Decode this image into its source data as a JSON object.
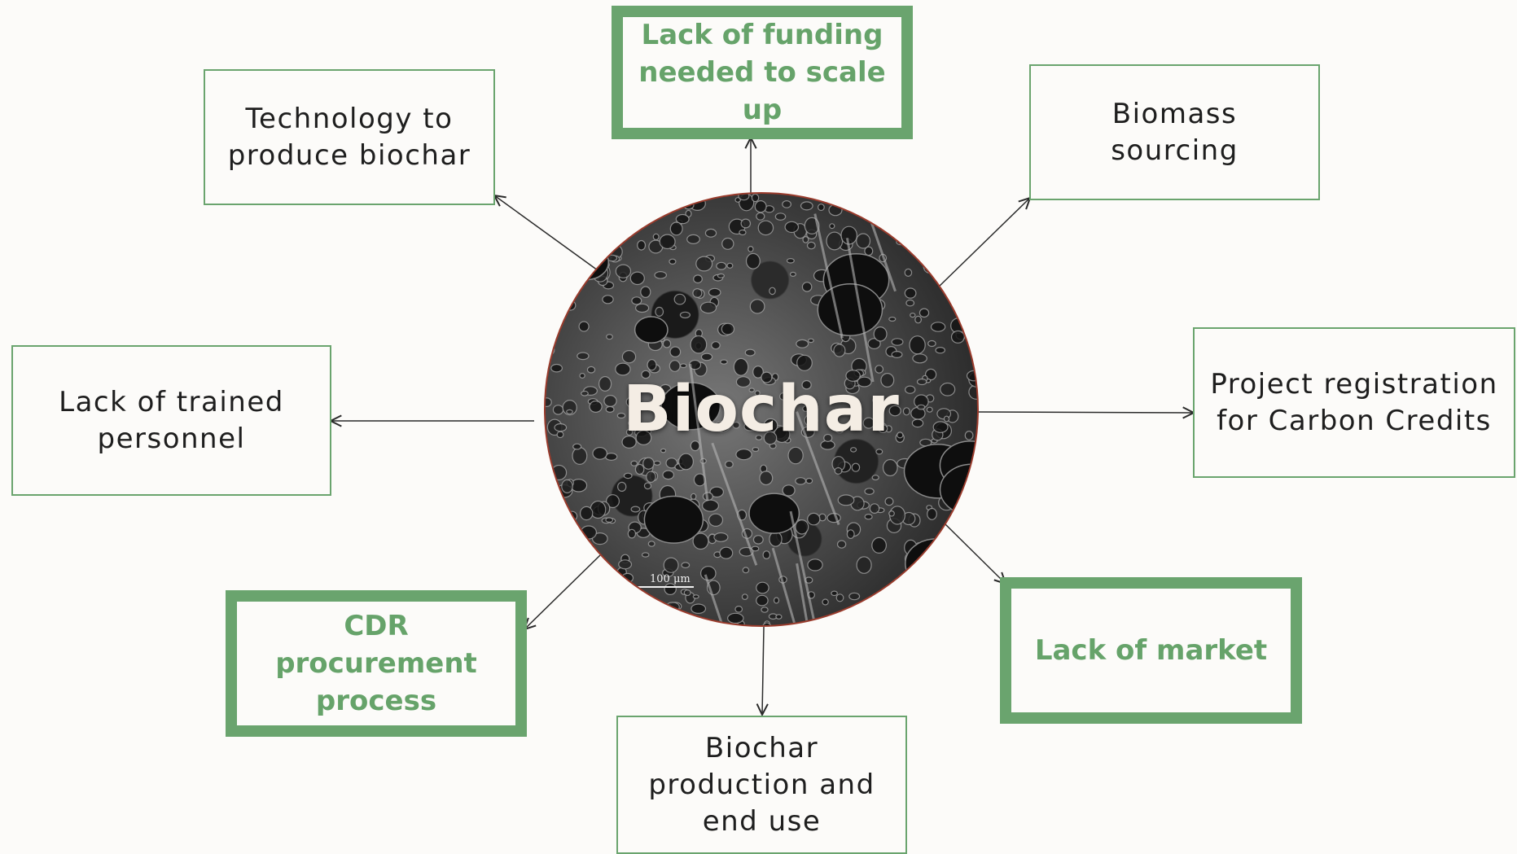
{
  "center": {
    "title": "Biochar",
    "scale_bar_label": "100 μm"
  },
  "boxes": {
    "lack_of_funding": {
      "lines": [
        "Lack of funding",
        "needed to scale",
        "up"
      ]
    },
    "technology": {
      "lines": [
        "Technology to",
        "produce biochar"
      ]
    },
    "biomass": {
      "lines": [
        "Biomass",
        "sourcing"
      ]
    },
    "trained_personnel": {
      "lines": [
        "Lack of trained",
        "personnel"
      ]
    },
    "project_registration": {
      "lines": [
        "Project registration",
        "for Carbon Credits"
      ]
    },
    "cdr_procurement": {
      "lines": [
        "CDR",
        "procurement",
        "process"
      ]
    },
    "lack_of_market": {
      "lines": [
        "Lack of market"
      ]
    },
    "production_end_use": {
      "lines": [
        "Biochar",
        "production and",
        "end use"
      ]
    }
  },
  "colors": {
    "background": "#fcfbf9",
    "box_border": "#6aa46e",
    "highlight_text": "#66a36a",
    "circle_border": "#9a3b2c",
    "arrow": "#2a2a2a"
  }
}
